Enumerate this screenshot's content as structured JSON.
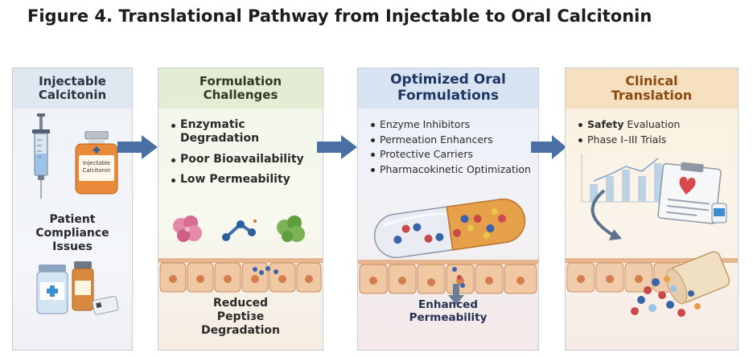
{
  "figure": {
    "title": "Figure 4. Translational Pathway from Injectable to Oral Calcitonin"
  },
  "panels": {
    "injectable": {
      "heading": [
        "Injectable",
        "Calcitonin"
      ],
      "vial_label": [
        "Injectable",
        "Calcitonin"
      ],
      "subheading": [
        "Patient",
        "Compliance",
        "Issues"
      ]
    },
    "challenges": {
      "heading": [
        "Formulation",
        "Challenges"
      ],
      "items": [
        "Enzymatic Degradation",
        "Poor Bioavailability",
        "Low Permeability"
      ],
      "subheading": [
        "Reduced",
        "Peptiɜe",
        "Degradation"
      ]
    },
    "optimized": {
      "heading": [
        "Optimized Oral",
        "Formulations"
      ],
      "items": [
        "Enzyme Inhibitors",
        "Permeation Enhancers",
        "Protective Carriers",
        "Pharmacokinetic Optimization"
      ],
      "subheading": [
        "Enhanced",
        "Permeability"
      ]
    },
    "clinical": {
      "heading": [
        "Clinical",
        "Translation"
      ],
      "items": [
        {
          "strong": "Safety",
          "rest": " Evaluation"
        },
        {
          "strong": "",
          "rest": "Phase I–III Trials"
        }
      ]
    }
  },
  "colors": {
    "arrow": "#4a6fa5",
    "injectable_head": "#dfe7f1",
    "challenges_head": "#e3edd3",
    "optimized_head": "#d9e4f3",
    "clinical_head": "#f6e0bf",
    "clinical_title_text": "#8a4a12",
    "optimized_title_text": "#1f3563"
  },
  "icons": [
    "syringe-icon",
    "vial-icon",
    "medicine-bottles-icon",
    "enzyme-blob-icon",
    "peptide-molecule-icon",
    "epithelial-cells-icon",
    "capsule-icon",
    "down-arrow-icon",
    "bar-chart-icon",
    "clipboard-heart-icon",
    "spilled-pill-bottle-icon"
  ]
}
